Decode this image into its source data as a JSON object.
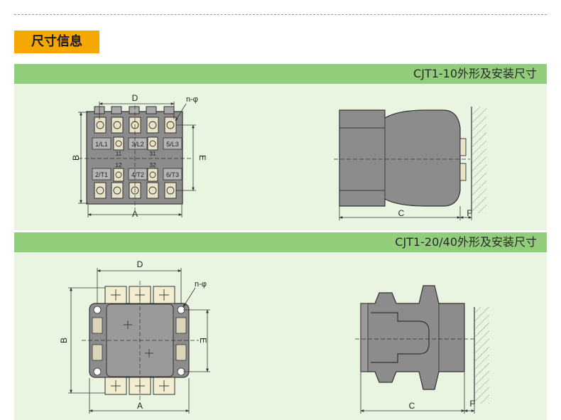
{
  "header": {
    "title": "尺寸信息"
  },
  "section1": {
    "title": "CJT1-10外形及安装尺寸",
    "front": {
      "dim_d": "D",
      "dim_a": "A",
      "dim_b": "B",
      "dim_e": "E",
      "hole": "n-φ",
      "terminals": [
        "1/L1",
        "3/L2",
        "5/L3",
        "2/T1",
        "4/T2",
        "6/T3"
      ],
      "contacts": [
        "11",
        "31",
        "12",
        "32"
      ]
    },
    "side": {
      "dim_c": "C",
      "dim_f": "F"
    }
  },
  "section2": {
    "title": "CJT1-20/40外形及安装尺寸",
    "front": {
      "dim_d": "D",
      "dim_a": "A",
      "dim_b": "B",
      "dim_e": "E",
      "hole": "n-φ"
    },
    "side": {
      "dim_c": "C",
      "dim_f": "F"
    }
  },
  "colors": {
    "accent": "#f5a800",
    "bar": "#91cd7b",
    "panel": "#e9f5e1",
    "body": "#8c8c8c"
  }
}
